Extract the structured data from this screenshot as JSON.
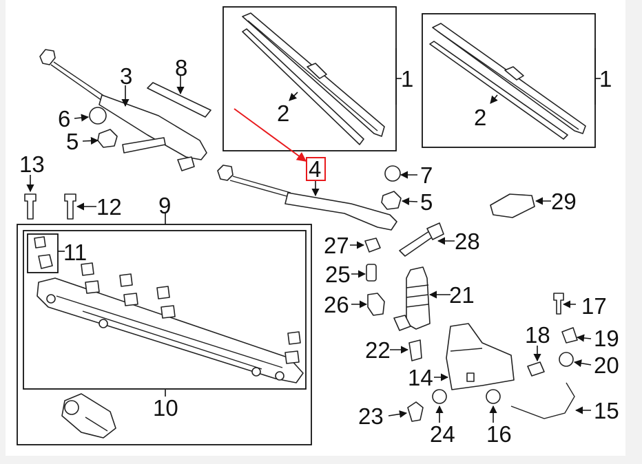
{
  "diagram": {
    "callouts": [
      "1",
      "1",
      "2",
      "2",
      "3",
      "4",
      "5",
      "5",
      "6",
      "7",
      "8",
      "9",
      "10",
      "11",
      "12",
      "13",
      "14",
      "15",
      "16",
      "17",
      "18",
      "19",
      "20",
      "21",
      "22",
      "23",
      "24",
      "25",
      "26",
      "27",
      "28",
      "29"
    ],
    "colors": {
      "background": "#f2f2f2",
      "panel": "#ffffff",
      "line": "#222222",
      "highlight": "#e8191c"
    },
    "highlighted_callout": "4"
  }
}
